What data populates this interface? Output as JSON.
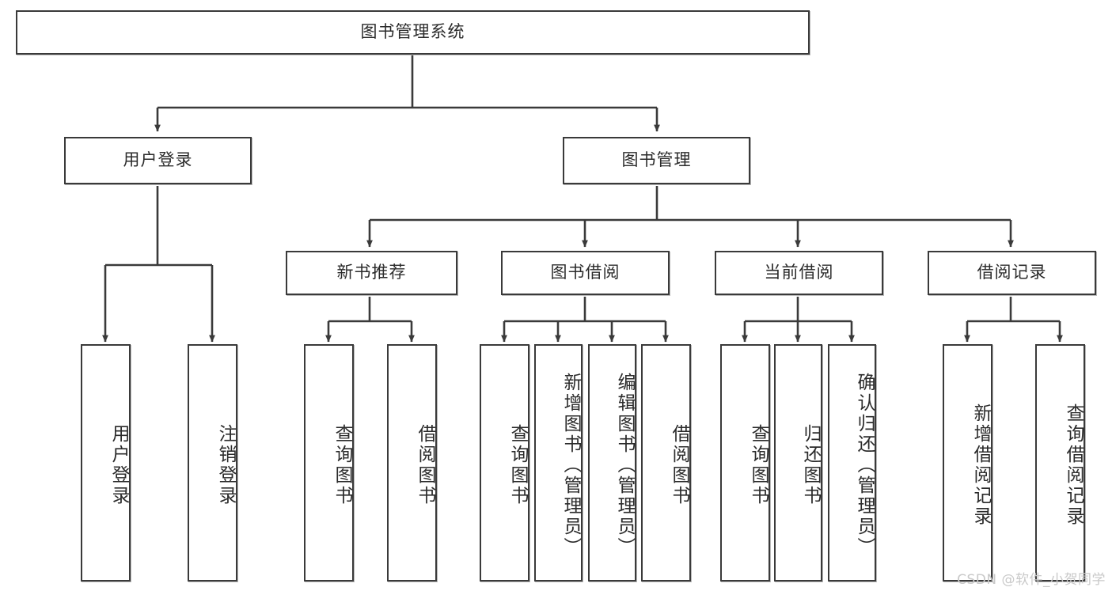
{
  "diagram": {
    "title": "图书管理系统",
    "watermark": "CSDN @软件_小贺同学",
    "stroke_color": "#3a3a3a",
    "text_color": "#2b2b2b",
    "background_color": "#ffffff",
    "watermark_color": "#c9c9c9"
  },
  "nodes": {
    "root": {
      "label": "图书管理系统"
    },
    "level1": [
      {
        "label": "用户登录"
      },
      {
        "label": "图书管理"
      }
    ],
    "level2": [
      {
        "label": "新书推荐"
      },
      {
        "label": "图书借阅"
      },
      {
        "label": "当前借阅"
      },
      {
        "label": "借阅记录"
      }
    ],
    "leaves": {
      "user_login": [
        {
          "label": "用户登录"
        },
        {
          "label": "注销登录"
        }
      ],
      "new_book_recommend": [
        {
          "label": "查询图书"
        },
        {
          "label": "借阅图书"
        }
      ],
      "book_borrow": [
        {
          "label": "查询图书"
        },
        {
          "label": "新增图书（管理员）"
        },
        {
          "label": "编辑图书（管理员）"
        },
        {
          "label": "借阅图书"
        }
      ],
      "current_borrow": [
        {
          "label": "查询图书"
        },
        {
          "label": "归还图书"
        },
        {
          "label": "确认归还（管理员）"
        }
      ],
      "borrow_record": [
        {
          "label": "新增借阅记录"
        },
        {
          "label": "查询借阅记录"
        }
      ]
    }
  }
}
